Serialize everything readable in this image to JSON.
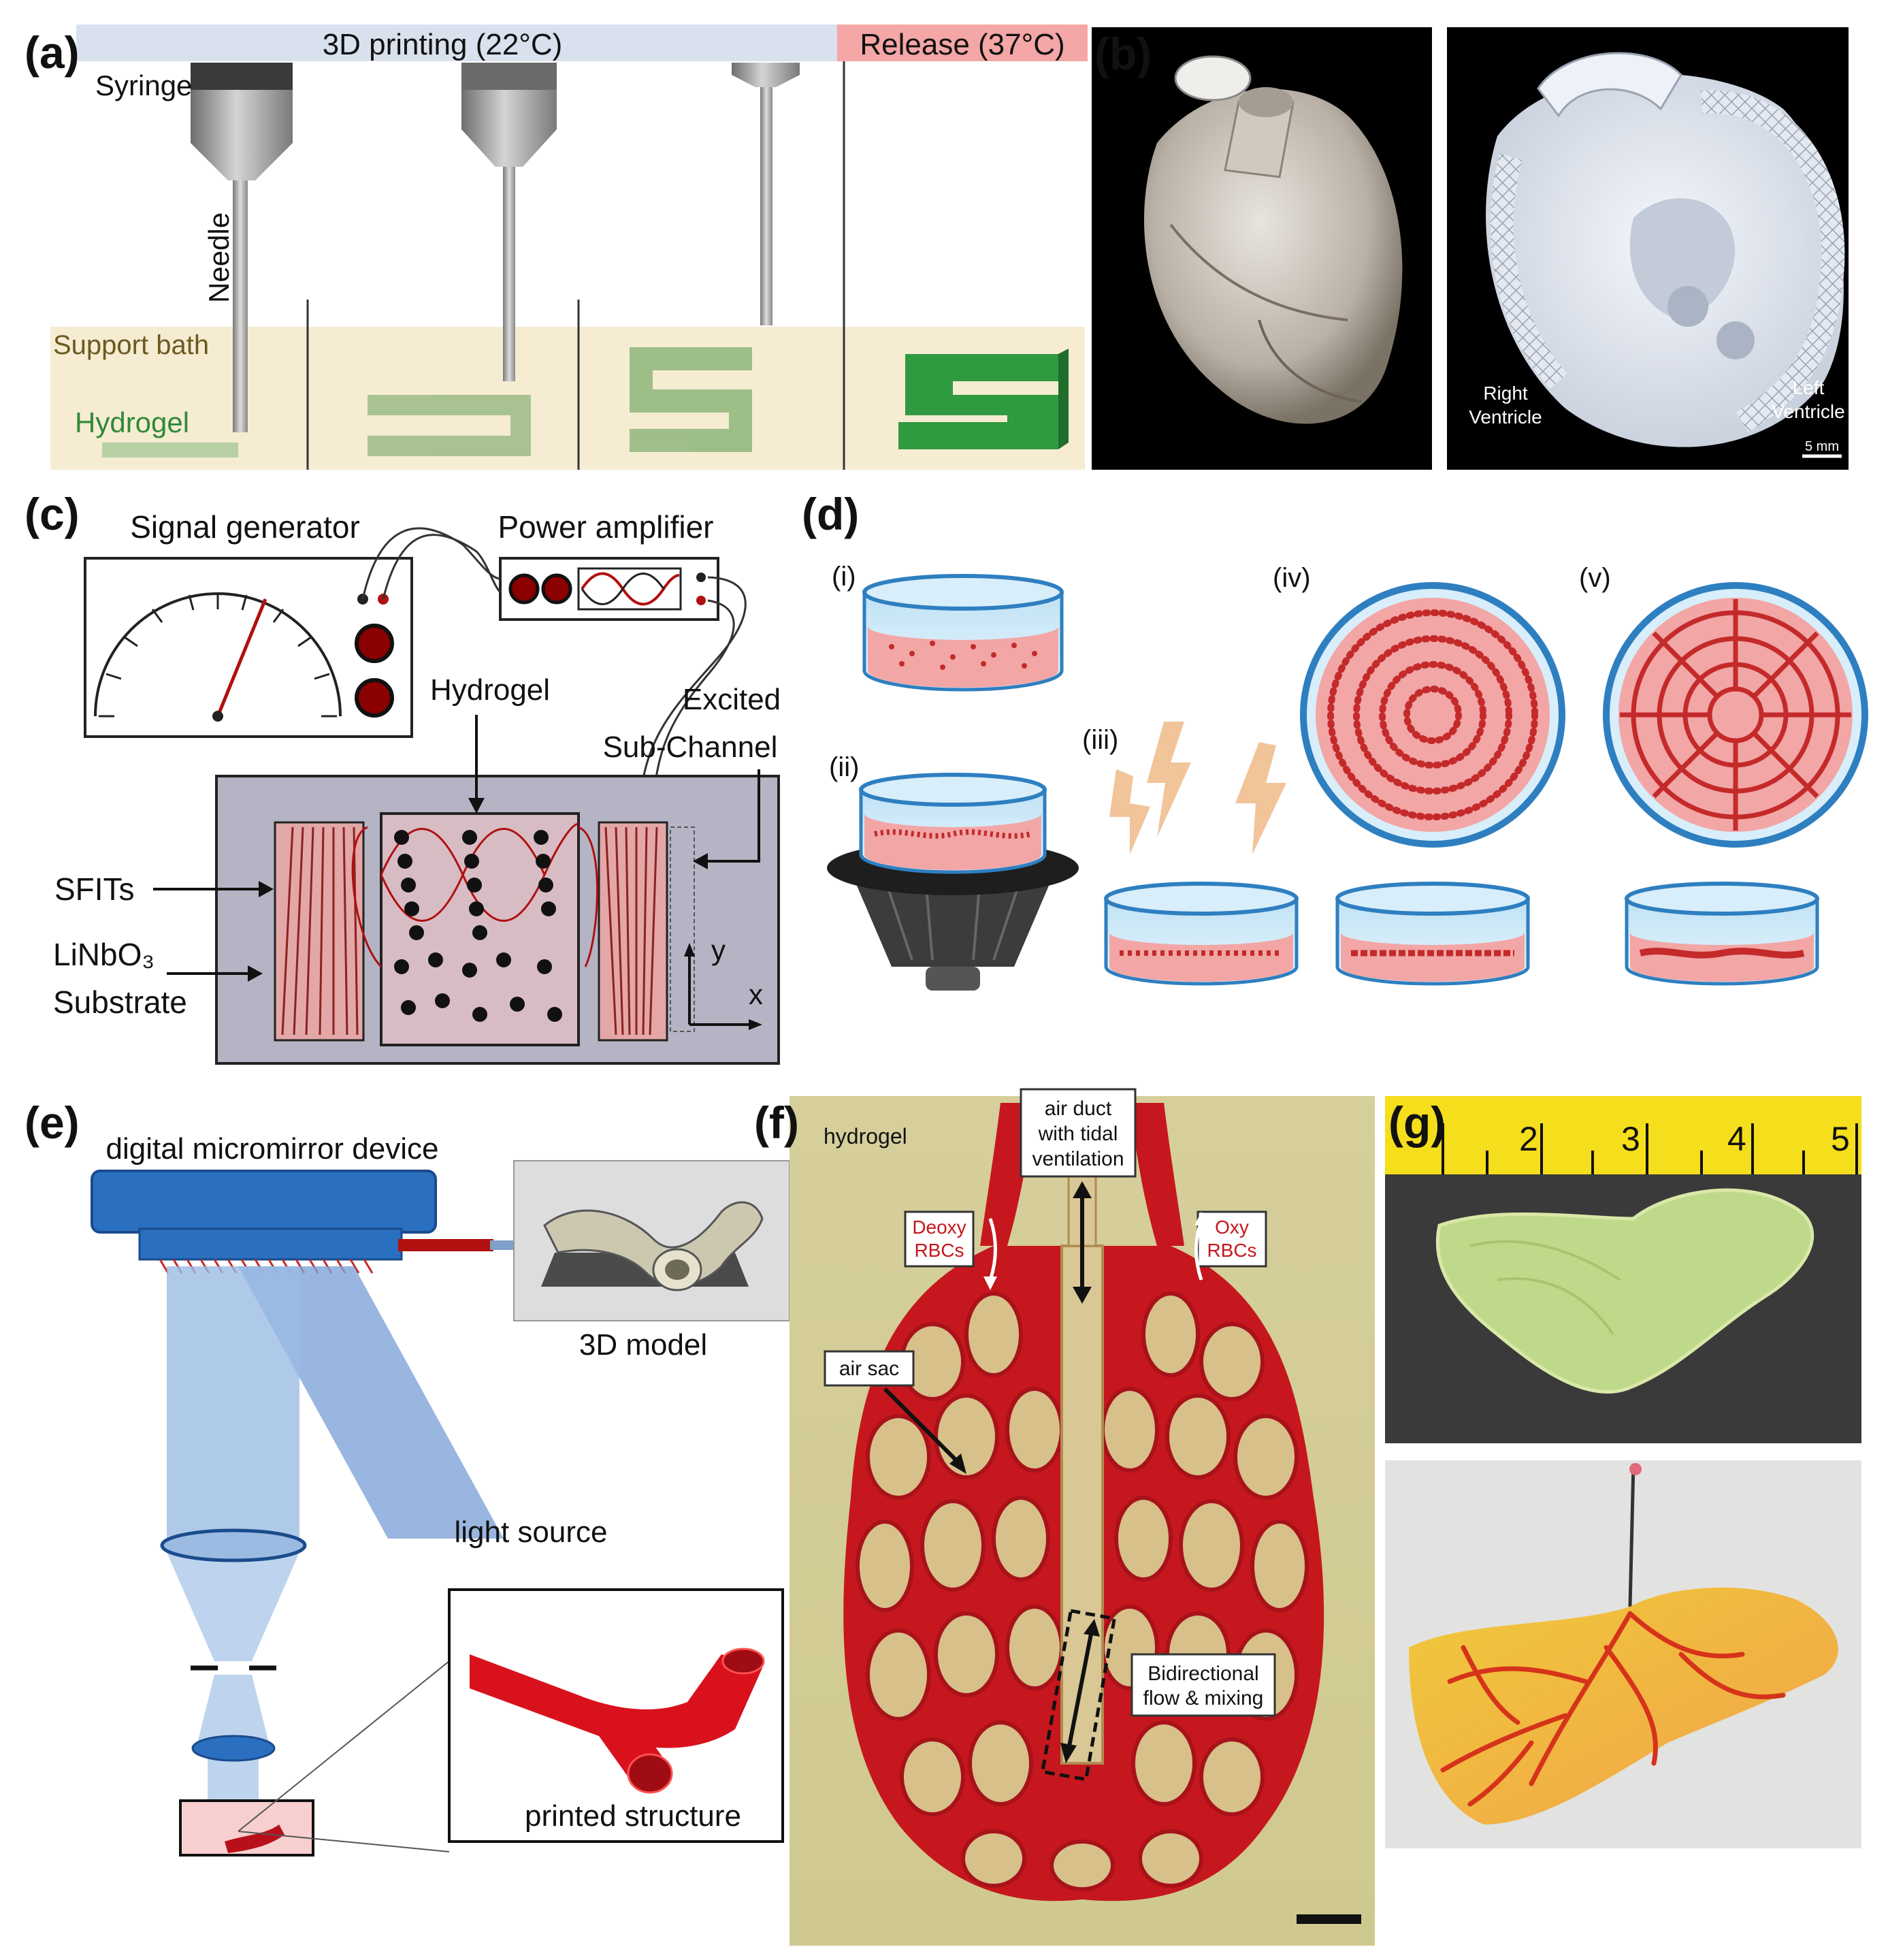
{
  "panels": {
    "a": {
      "label": "(a)",
      "bar_printing": "3D printing (22°C)",
      "bar_release": "Release (37°C)",
      "syringe": "Syringe",
      "needle": "Needle",
      "support_bath": "Support bath",
      "hydrogel": "Hydrogel",
      "colors": {
        "bath": "#f6ecd2",
        "gel": "#3a9b46",
        "bar_print": "#d9e0ee",
        "bar_release": "#f3a9a9"
      }
    },
    "b": {
      "label": "(b)",
      "right_ventricle_1": "Right",
      "right_ventricle_2": "Ventricle",
      "left_ventricle_1": "Left",
      "left_ventricle_2": "Ventricle",
      "scale": "5 mm"
    },
    "c": {
      "label": "(c)",
      "signal_generator": "Signal generator",
      "power_amplifier": "Power amplifier",
      "hydrogel": "Hydrogel",
      "excited_1": "Excited",
      "excited_2": "Sub-Channel",
      "sfits": "SFITs",
      "substrate_1": "LiNbO₃",
      "substrate_2": "Substrate",
      "axis_y": "y",
      "axis_x": "x"
    },
    "d": {
      "label": "(d)",
      "step_i": "(i)",
      "step_ii": "(ii)",
      "step_iii": "(iii)",
      "step_iv": "(iv)",
      "step_v": "(v)"
    },
    "e": {
      "label": "(e)",
      "dmd": "digital micromirror device",
      "model": "3D model",
      "light_source": "light source",
      "printed": "printed structure"
    },
    "f": {
      "label": "(f)",
      "hydrogel": "hydrogel",
      "air_duct_1": "air duct",
      "air_duct_2": "with tidal",
      "air_duct_3": "ventilation",
      "deoxy_1": "Deoxy",
      "deoxy_2": "RBCs",
      "oxy_1": "Oxy",
      "oxy_2": "RBCs",
      "air_sac": "air sac",
      "bidir_1": "Bidirectional",
      "bidir_2": "flow & mixing"
    },
    "g": {
      "label": "(g)",
      "ruler_ticks": [
        "2",
        "3",
        "4",
        "5"
      ]
    }
  }
}
